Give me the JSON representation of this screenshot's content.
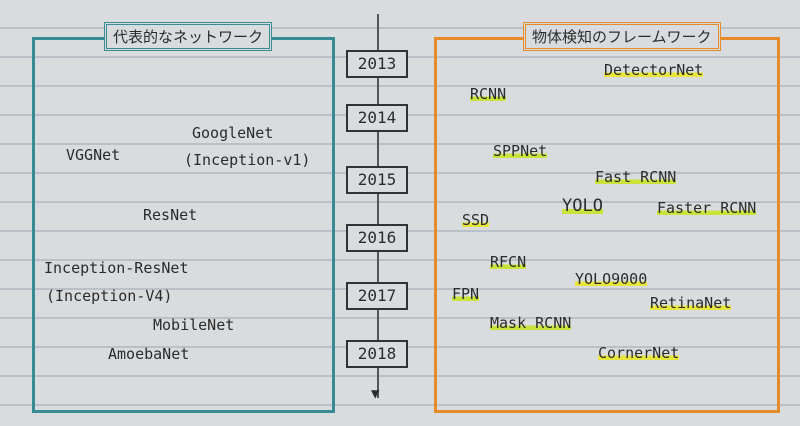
{
  "left_panel": {
    "title": "代表的なネットワーク",
    "items": [
      "VGGNet",
      "GoogleNet",
      "(Inception-v1)",
      "ResNet",
      "Inception-ResNet",
      "(Inception-V4)",
      "MobileNet",
      "AmoebaNet"
    ]
  },
  "timeline": {
    "years": [
      "2013",
      "2014",
      "2015",
      "2016",
      "2017",
      "2018"
    ]
  },
  "right_panel": {
    "title": "物体検知のフレームワーク",
    "items": [
      "DetectorNet",
      "RCNN",
      "SPPNet",
      "Fast RCNN",
      "YOLO",
      "Faster RCNN",
      "SSD",
      "RFCN",
      "YOLO9000",
      "FPN",
      "RetinaNet",
      "Mask RCNN",
      "CornerNet"
    ]
  },
  "colors": {
    "left": "#3a8a94",
    "right": "#e68a2a",
    "highlight": "#c9e33b"
  }
}
